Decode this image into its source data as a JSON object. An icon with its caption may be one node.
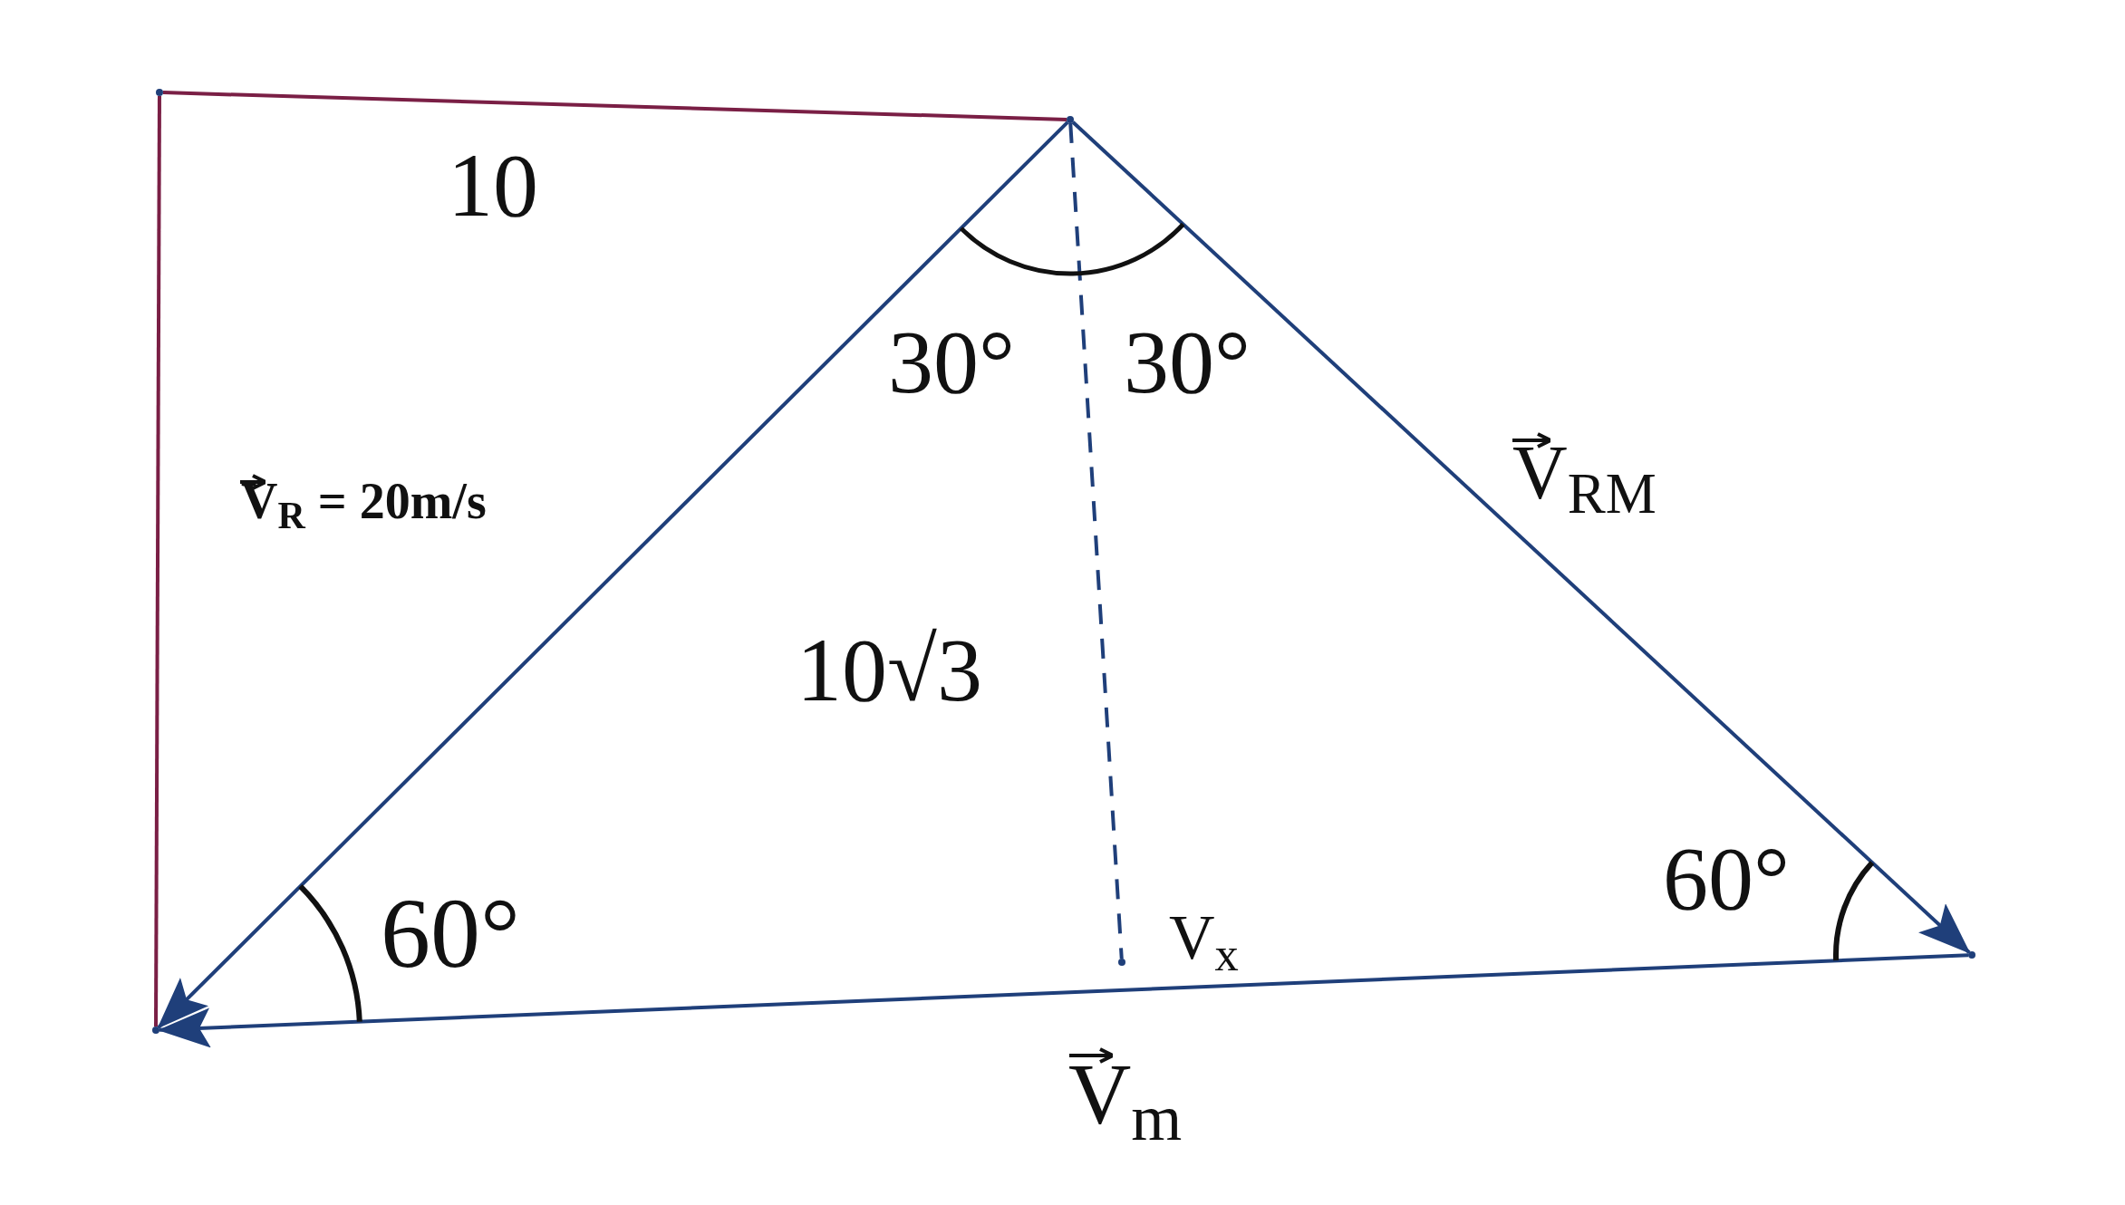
{
  "diagram": {
    "nodes": [
      {
        "text": [],
        "shape": "point"
      },
      {
        "text": [],
        "shape": "point"
      },
      {
        "text": [],
        "shape": "point"
      },
      {
        "text": [],
        "shape": "point"
      },
      {
        "text": [],
        "shape": "point"
      }
    ],
    "edges": [
      {
        "from": 1,
        "to": 2,
        "arrow": "to",
        "label": "V$_{R}$ = 20m/s"
      },
      {
        "from": 1,
        "to": 3,
        "arrow": "to",
        "label": "V$_{RM}$"
      },
      {
        "from": 3,
        "to": 2,
        "arrow": "to",
        "label": "V$_{m}$"
      },
      {
        "from": 0,
        "to": 1,
        "arrow": "none",
        "label": "10",
        "color": "#7a1f45"
      },
      {
        "from": 0,
        "to": 2,
        "arrow": "none",
        "color": "#7a1f45"
      },
      {
        "from": 1,
        "to": 4,
        "arrow": "none",
        "style": "dashed",
        "label": "10√3"
      }
    ],
    "labels": [
      "30°",
      "30°",
      "60°",
      "60°",
      "V$_{x}$"
    ]
  }
}
